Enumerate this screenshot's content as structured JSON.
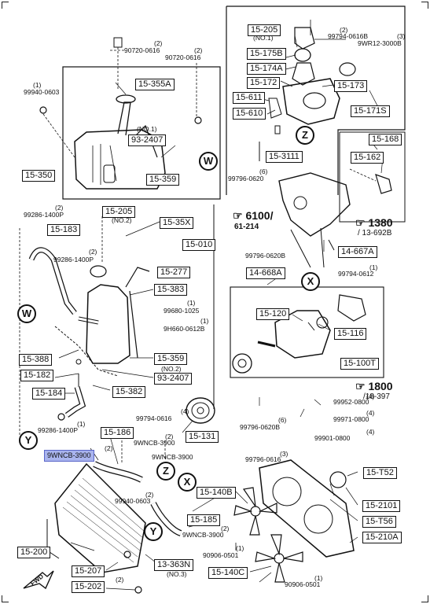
{
  "boxes": {
    "b15_355A": "15-355A",
    "b93_2407a": "93-2407",
    "b15_359a": "15-359",
    "b15_350": "15-350",
    "b15_205a": "15-205",
    "b15_175B": "15-175B",
    "b15_174A": "15-174A",
    "b15_172": "15-172",
    "b15_173": "15-173",
    "b15_611": "15-611",
    "b15_610": "15-610",
    "b15_171S": "15-171S",
    "b15_3111": "15-3111",
    "b15_168": "15-168",
    "b15_162": "15-162",
    "b15_205b": "15-205",
    "b15_35X": "15-35X",
    "b15_183": "15-183",
    "b15_010": "15-010",
    "b15_277": "15-277",
    "b15_383": "15-383",
    "b14_667A": "14-667A",
    "b14_668A": "14-668A",
    "b15_120": "15-120",
    "b15_116": "15-116",
    "b15_100T": "15-100T",
    "b15_388": "15-388",
    "b15_182": "15-182",
    "b15_359b": "15-359",
    "b93_2407b": "93-2407",
    "b15_184": "15-184",
    "b15_382": "15-382",
    "b15_131": "15-131",
    "b15_186": "15-186",
    "b9WNCB": "9WNCB-3900",
    "b15_T52": "15-T52",
    "b15_140B": "15-140B",
    "b15_2101": "15-2101",
    "b15_T56": "15-T56",
    "b15_185": "15-185",
    "b15_210A": "15-210A",
    "b15_200": "15-200",
    "b15_207": "15-207",
    "b13_363N": "13-363N",
    "b15_202": "15-202",
    "b15_140C": "15-140C"
  },
  "labels": {
    "l1": "(2)",
    "l2": "90720-0616",
    "l3": "(2)",
    "l4": "90720-0616",
    "l5": "(1)",
    "l6": "99940-0603",
    "l7": "(NO.1)",
    "l8": "(NO.1)",
    "l9": "(2)",
    "l10": "99794-0616B",
    "l11": "(3)",
    "l12": "9WR12-3000B",
    "l13": "(6)",
    "l14": "99796-0620",
    "l15": "(2)",
    "l16": "99286-1400P",
    "l17": "(NO.2)",
    "l18": "(2)",
    "l19": "99286-1400P",
    "l20": "99796-0620B",
    "l21": "(1)",
    "l22": "99794-0612",
    "l23": "(1)",
    "l24": "99680-1025",
    "l25": "(1)",
    "l26": "9H660-0612B",
    "l27": "(NO.2)",
    "l28": "(4)",
    "l29": "99794-0616",
    "l30": "(4)",
    "l31": "99952-0800",
    "l32": "(4)",
    "l33": "99971-0800",
    "l34": "(6)",
    "l35": "99796-0620B",
    "l36": "(4)",
    "l37": "99901-0800",
    "l38": "(1)",
    "l39": "99286-1400P",
    "l40": "(2)",
    "l41": "9WNCB-3900",
    "l42": "(2)",
    "l43": "9WNCB-3900",
    "l44": "(2)",
    "l45": "99940-0603",
    "l46": "(3)",
    "l47": "99796-0616",
    "l48": "(2)",
    "l49": "9WNCB-3900",
    "l50": "(1)",
    "l51": "90906-0501",
    "l52": "(1)",
    "l53": "90906-0501",
    "l54": "(NO.3)",
    "l55": "(2)"
  },
  "refs": {
    "r6100": "6100/",
    "r6100sub": "61-214",
    "r1380": "1380",
    "r1380sub": "/ 13-692B",
    "r1800": "1800",
    "r1800sub": "/18-397"
  },
  "markers": {
    "W": "W",
    "Z": "Z",
    "X": "X",
    "Y": "Y"
  },
  "fwd": "FWD"
}
